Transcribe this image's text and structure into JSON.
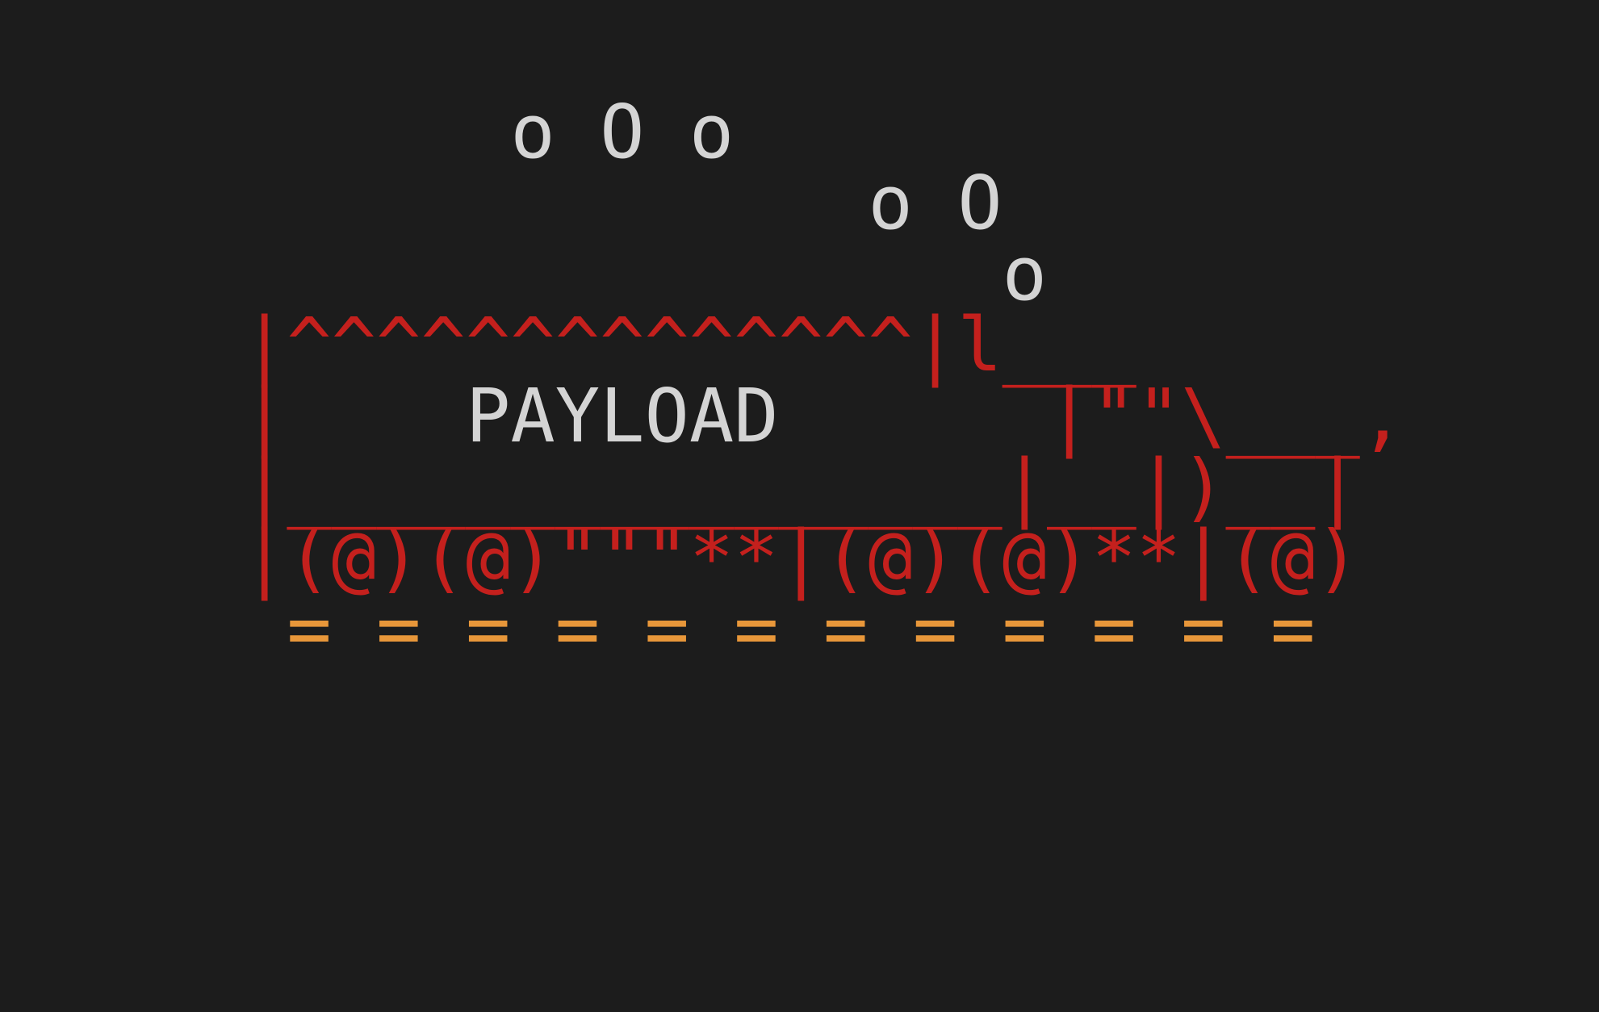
{
  "colors": {
    "background": "#1c1c1c",
    "smoke": "#d4d4d4",
    "train": "#c4201d",
    "label": "#d4d4d4",
    "rails": "#e8973a"
  },
  "art": {
    "lines": [
      [
        {
          "text": "      o O o",
          "color": "smoke"
        }
      ],
      [
        {
          "text": "              o O",
          "color": "smoke"
        }
      ],
      [
        {
          "text": "                 o",
          "color": "smoke"
        }
      ],
      [
        {
          "text": "|^^^^^^^^^^^^^^|l___",
          "color": "train"
        }
      ],
      [
        {
          "text": "|    ",
          "color": "train"
        },
        {
          "text": "PAYLOAD",
          "color": "label"
        },
        {
          "text": "      |\"\"\\___,",
          "color": "train"
        }
      ],
      [
        {
          "text": "|________________|__|)__|",
          "color": "train"
        }
      ],
      [
        {
          "text": "|(@)(@)\"\"\"**|(@)(@)**|(@)",
          "color": "train"
        }
      ],
      [
        {
          "text": " = = = = = = = = = = = =",
          "color": "rails"
        }
      ]
    ]
  }
}
